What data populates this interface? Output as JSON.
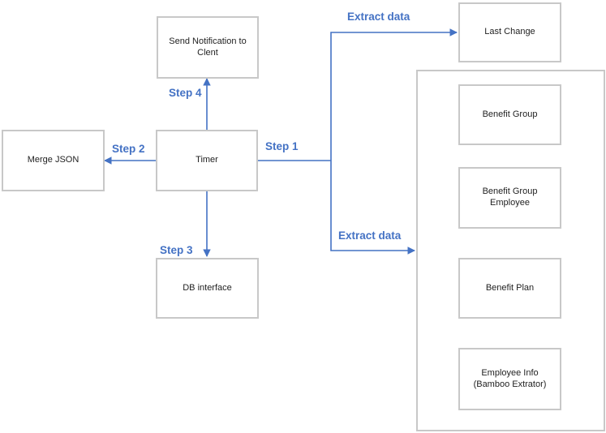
{
  "colors": {
    "connector": "#4472c4",
    "box_border": "#c8c8c8",
    "text": "#222222"
  },
  "nodes": {
    "send_notification": "Send Notification to\nClent",
    "merge_json": "Merge JSON",
    "timer": "Timer",
    "db_interface": "DB interface",
    "last_change": "Last Change",
    "benefit_group": "Benefit Group",
    "benefit_group_employee": "Benefit Group\nEmployee",
    "benefit_plan": "Benefit Plan",
    "employee_info": "Employee Info\n(Bamboo Extrator)"
  },
  "edge_labels": {
    "step1": "Step 1",
    "step2": "Step 2",
    "step3": "Step 3",
    "step4": "Step 4",
    "extract_top": "Extract data",
    "extract_bottom": "Extract data"
  }
}
